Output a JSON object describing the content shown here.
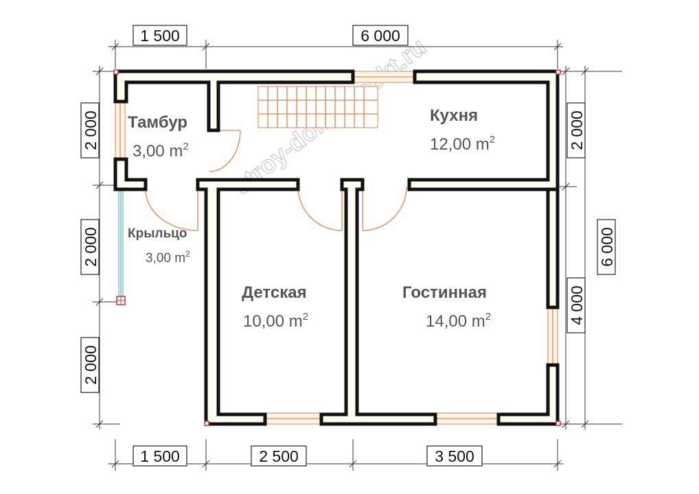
{
  "dimensions": {
    "top": [
      "1 500",
      "6 000"
    ],
    "bottom": [
      "1 500",
      "2 500",
      "3 500"
    ],
    "left": [
      "2 000",
      "2 000",
      "2 000"
    ],
    "right_inner": [
      "2 000",
      "4 000"
    ],
    "right_outer": "6 000"
  },
  "rooms": [
    {
      "name": "Тамбур",
      "area": "3,00 m",
      "unit_power": "2"
    },
    {
      "name": "Кухня",
      "area": "12,00 m",
      "unit_power": "2"
    },
    {
      "name": "Крыльцо",
      "area": "3,00 m",
      "unit_power": "2"
    },
    {
      "name": "Детская",
      "area": "10,00 m",
      "unit_power": "2"
    },
    {
      "name": "Гостинная",
      "area": "14,00 m",
      "unit_power": "2"
    }
  ],
  "watermark": "stroy-dom-proekt.ru",
  "colors": {
    "wall_fill": "#fffef2",
    "wall_stroke": "#111111",
    "door": "#e8804a",
    "window": "#e8804a",
    "corner": "#c83232",
    "porch_rail": "#5aa8b4"
  }
}
